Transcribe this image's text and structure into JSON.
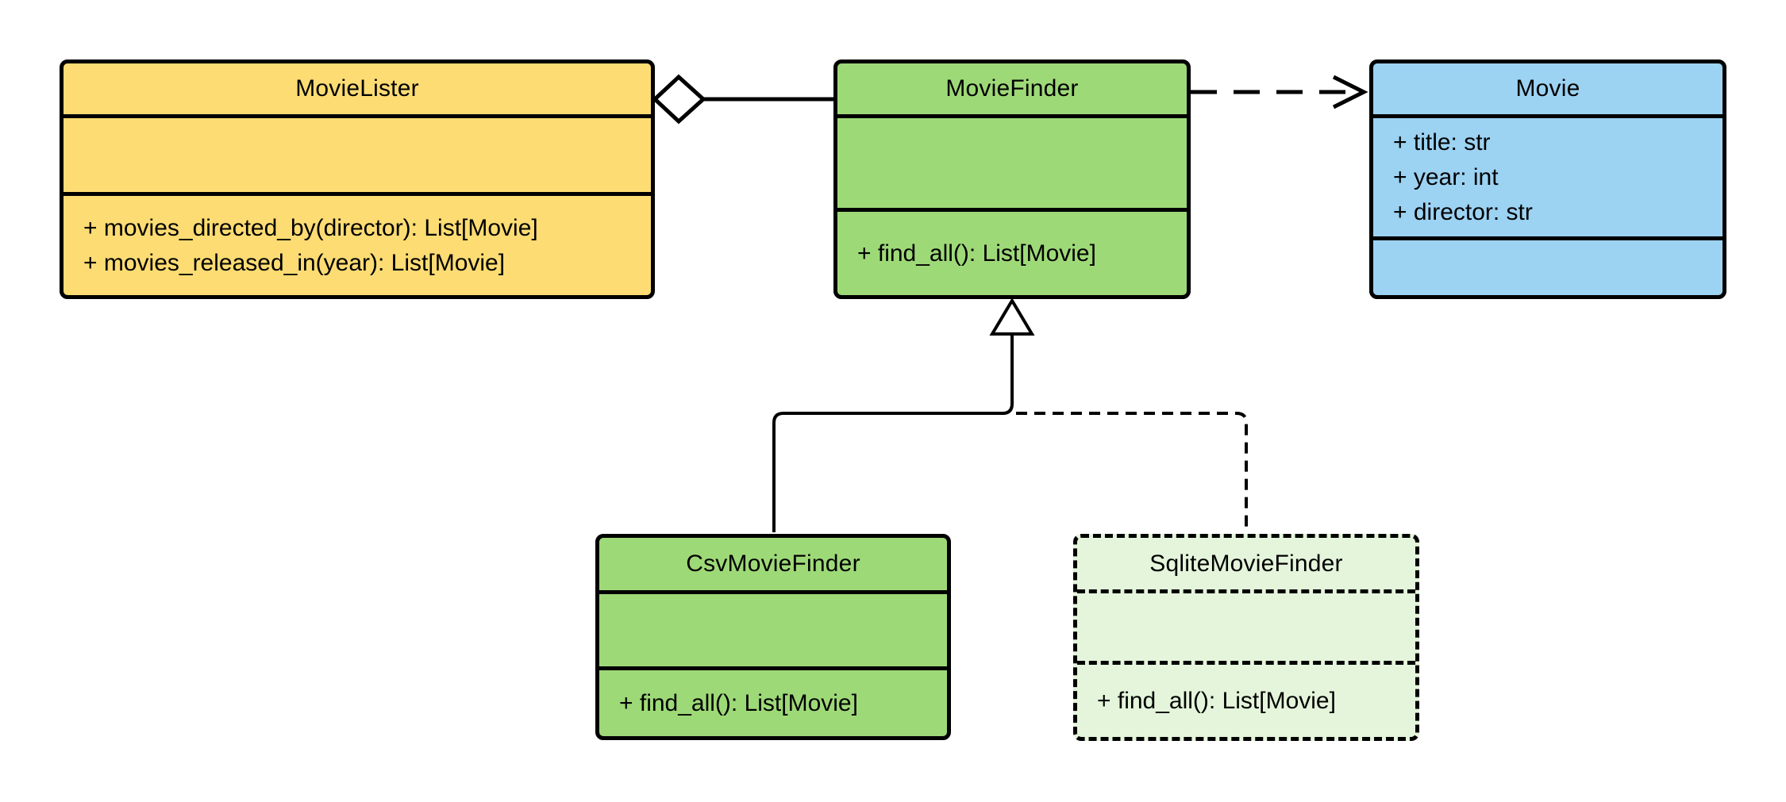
{
  "diagram": {
    "type": "uml-class-diagram",
    "classes": [
      {
        "name": "MovieLister",
        "attributes": [],
        "methods": [
          "+ movies_directed_by(director): List[Movie]",
          "+ movies_released_in(year): List[Movie]"
        ]
      },
      {
        "name": "MovieFinder",
        "attributes": [],
        "methods": [
          "+ find_all(): List[Movie]"
        ]
      },
      {
        "name": "Movie",
        "attributes": [
          "+ title: str",
          "+ year: int",
          "+ director: str"
        ],
        "methods": []
      },
      {
        "name": "CsvMovieFinder",
        "attributes": [],
        "methods": [
          "+ find_all(): List[Movie]"
        ]
      },
      {
        "name": "SqliteMovieFinder",
        "attributes": [],
        "methods": [
          "+ find_all(): List[Movie]"
        ]
      }
    ],
    "relationships": [
      {
        "type": "aggregation",
        "from": "MovieLister",
        "to": "MovieFinder",
        "line": "solid",
        "marker": "hollow-diamond-at-source"
      },
      {
        "type": "dependency",
        "from": "MovieFinder",
        "to": "Movie",
        "line": "dashed",
        "marker": "open-arrow-at-target"
      },
      {
        "type": "generalization",
        "from": "CsvMovieFinder",
        "to": "MovieFinder",
        "line": "solid",
        "marker": "hollow-triangle-at-target"
      },
      {
        "type": "generalization",
        "from": "SqliteMovieFinder",
        "to": "MovieFinder",
        "line": "dashed",
        "marker": "hollow-triangle-at-target"
      }
    ],
    "colors": {
      "class_yellow": "#FCDC73",
      "class_green": "#9ED978",
      "class_green_light": "#E4F5DB",
      "class_blue": "#9CD2F2",
      "stroke": "#000000",
      "background": "#FFFFFF"
    }
  }
}
